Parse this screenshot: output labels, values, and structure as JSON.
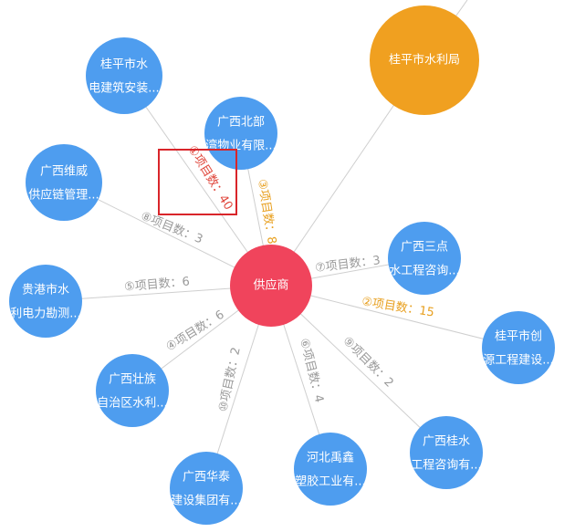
{
  "center": {
    "label": "供应商",
    "color": "#f0445c"
  },
  "colors": {
    "node": "#4e9def",
    "major_node": "#f0a020",
    "edge": "#cfcfcf",
    "label_gray": "#9a9a9a",
    "label_orange": "#e8a020",
    "label_red": "#e0473c",
    "highlight": "#d9252a"
  },
  "nodes": [
    {
      "id": "n1",
      "lines": [
        "桂平市水",
        "电建筑安装..."
      ],
      "edge_label": "①项目数：40",
      "label_color": "red"
    },
    {
      "id": "n2",
      "lines": [
        "广西北部",
        "湾物业有限..."
      ],
      "edge_label": "③项目数：8",
      "label_color": "orange"
    },
    {
      "id": "n3",
      "lines": [
        "桂平市水利局"
      ],
      "edge_label": "",
      "label_color": "gray",
      "major": true
    },
    {
      "id": "n4",
      "lines": [
        "广西维威",
        "供应链管理..."
      ],
      "edge_label": "⑧项目数：3",
      "label_color": "gray"
    },
    {
      "id": "n5",
      "lines": [
        "广西三点",
        "水工程咨询..."
      ],
      "edge_label": "⑦项目数：3",
      "label_color": "gray"
    },
    {
      "id": "n6",
      "lines": [
        "贵港市水",
        "利电力勘测..."
      ],
      "edge_label": "⑤项目数：6",
      "label_color": "gray"
    },
    {
      "id": "n7",
      "lines": [
        "桂平市创",
        "源工程建设..."
      ],
      "edge_label": "②项目数：15",
      "label_color": "orange"
    },
    {
      "id": "n8",
      "lines": [
        "广西壮族",
        "自治区水利..."
      ],
      "edge_label": "④项目数：6",
      "label_color": "gray"
    },
    {
      "id": "n9",
      "lines": [
        "广西桂水",
        "工程咨询有..."
      ],
      "edge_label": "⑨项目数：2",
      "label_color": "gray"
    },
    {
      "id": "n10",
      "lines": [
        "河北禹鑫",
        "塑胶工业有..."
      ],
      "edge_label": "⑥项目数：4",
      "label_color": "gray"
    },
    {
      "id": "n11",
      "lines": [
        "广西华泰",
        "建设集团有..."
      ],
      "edge_label": "⑩项目数：2",
      "label_color": "gray"
    }
  ]
}
